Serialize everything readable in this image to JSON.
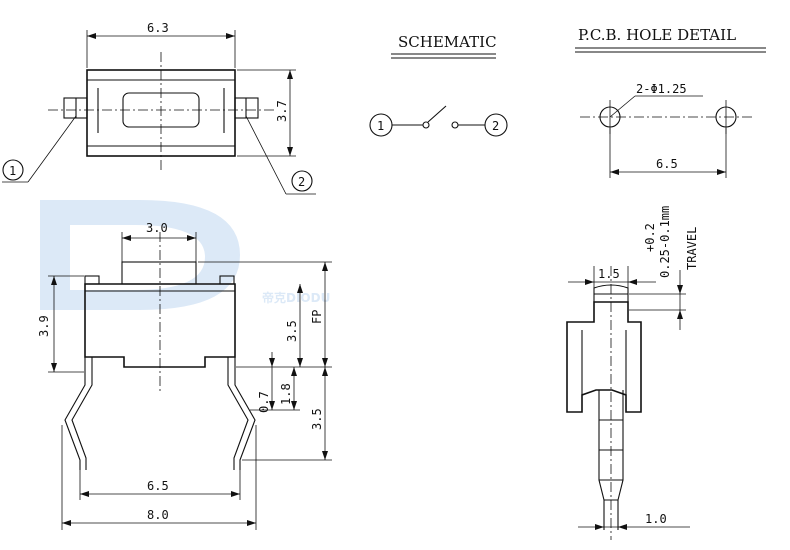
{
  "sections": {
    "schematic_title": "SCHEMATIC",
    "pcb_title": "P.C.B. HOLE DETAIL"
  },
  "watermark": {
    "text": "帝克DIODU",
    "color": "#dce9f7"
  },
  "top_view": {
    "width_dim": "6.3",
    "height_dim": "3.7",
    "pin1_label": "1",
    "pin2_label": "2"
  },
  "schematic": {
    "pin1_label": "1",
    "pin2_label": "2"
  },
  "pcb": {
    "hole_note": "2-Φ1.25",
    "hole_spacing": "6.5"
  },
  "front_view": {
    "actuator_width": "3.0",
    "body_height": "3.9",
    "fp_height": "3.5",
    "fp_label": "FP",
    "dim_1_8": "1.8",
    "dim_0_7": "0.7",
    "lead_length": "3.5",
    "lead_spacing": "6.5",
    "overall_width": "8.0"
  },
  "side_view": {
    "actuator_width": "1.5",
    "travel_tolerance": "+0.2",
    "travel_value": "0.25-0.1mm",
    "travel_label": "TRAVEL",
    "lead_width": "1.0"
  }
}
